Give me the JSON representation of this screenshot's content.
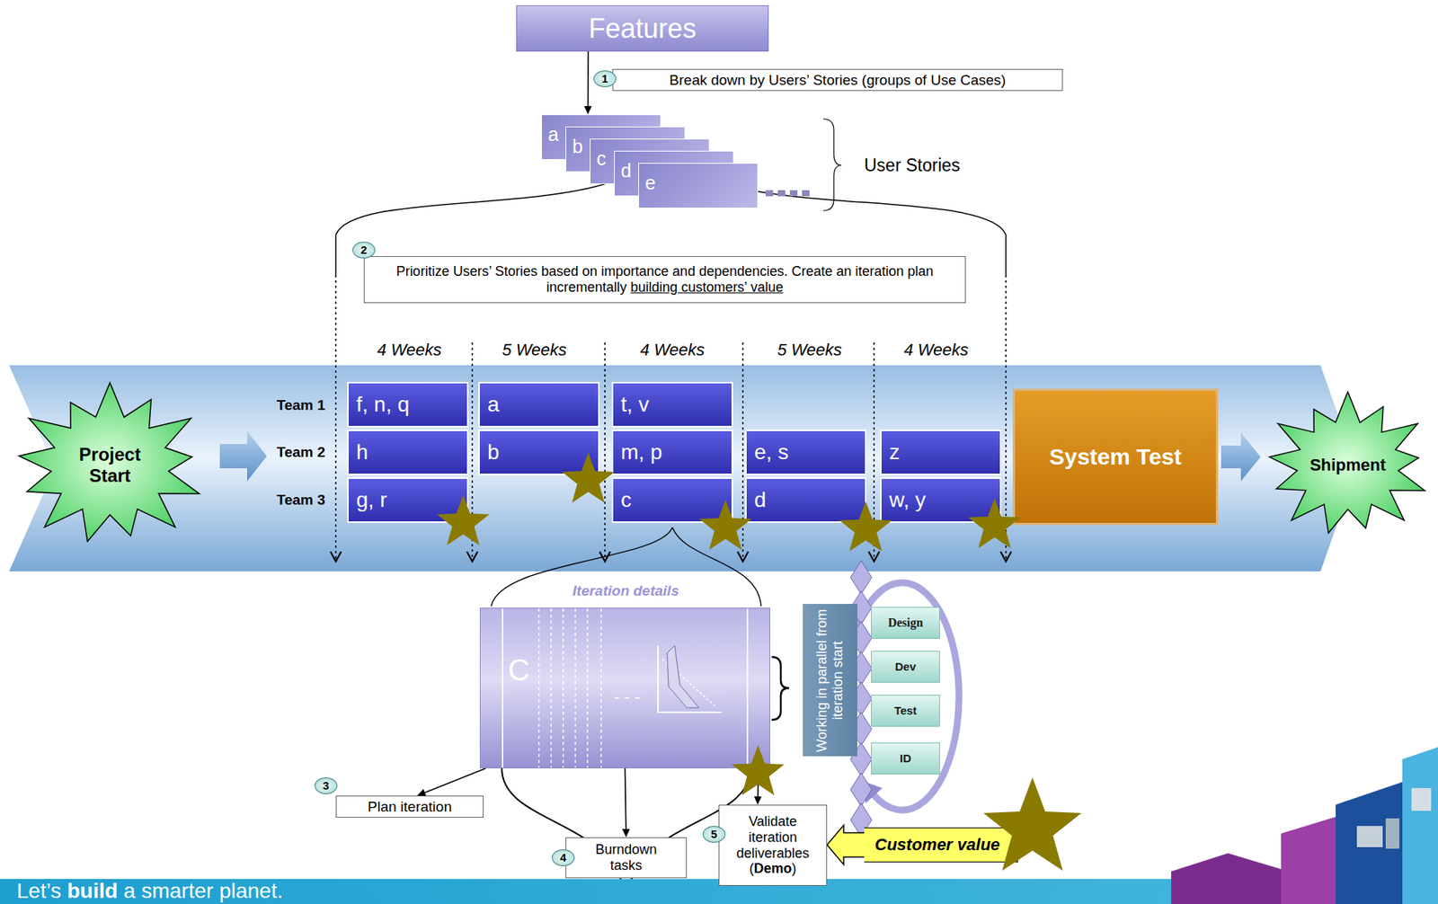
{
  "diagram": {
    "nodes": [
      {
        "text": [
          "Features"
        ]
      },
      {
        "text": [
          "Break down by Users’ Stories (groups of Use Cases)"
        ]
      },
      {
        "text": [
          "a"
        ]
      },
      {
        "text": [
          "b"
        ]
      },
      {
        "text": [
          "c"
        ]
      },
      {
        "text": [
          "d"
        ]
      },
      {
        "text": [
          "e"
        ]
      },
      {
        "text": [
          "Prioritize Users’ Stories based on importance and dependencies. Create an iteration plan incrementally building customers’ value"
        ]
      },
      {
        "text": [
          "Project Start"
        ]
      },
      {
        "text": [
          "f, n, q"
        ]
      },
      {
        "text": [
          "a"
        ]
      },
      {
        "text": [
          "t, v"
        ]
      },
      {
        "text": [
          "h"
        ]
      },
      {
        "text": [
          "b"
        ]
      },
      {
        "text": [
          "m, p"
        ]
      },
      {
        "text": [
          "e, s"
        ]
      },
      {
        "text": [
          "z"
        ]
      },
      {
        "text": [
          "g, r"
        ]
      },
      {
        "text": [
          "c"
        ]
      },
      {
        "text": [
          "d"
        ]
      },
      {
        "text": [
          "w, y"
        ]
      },
      {
        "text": [
          "System Test"
        ]
      },
      {
        "text": [
          "Shipment"
        ]
      },
      {
        "text": [
          "Iteration details",
          "C",
          "- - -"
        ]
      },
      {
        "text": [
          "Working in parallel from iteration start"
        ]
      },
      {
        "text": [
          "Design"
        ]
      },
      {
        "text": [
          "Dev"
        ]
      },
      {
        "text": [
          "Test"
        ]
      },
      {
        "text": [
          "ID"
        ]
      },
      {
        "text": [
          "Plan iteration"
        ]
      },
      {
        "text": [
          "Burndown tasks"
        ]
      },
      {
        "text": [
          "Validate iteration deliverables (Demo)"
        ]
      },
      {
        "text": [
          "Customer value"
        ]
      }
    ],
    "edges": [
      {
        "from": 0,
        "to": 2,
        "arrow": "to"
      },
      {
        "from": 21,
        "to": 22,
        "arrow": "to"
      },
      {
        "from": 23,
        "to": 29,
        "arrow": "to"
      },
      {
        "from": 23,
        "to": 30,
        "arrow": "to"
      },
      {
        "from": 23,
        "to": 31,
        "arrow": "to"
      },
      {
        "from": 32,
        "to": 31,
        "arrow": "to"
      }
    ],
    "labels": [
      "1",
      "User Stories",
      "2",
      "4 Weeks",
      "5 Weeks",
      "4 Weeks",
      "5 Weeks",
      "4 Weeks",
      "Team 1",
      "Team 2",
      "Team 3",
      "3",
      "5",
      "4",
      "Let’s build a smarter planet."
    ]
  }
}
